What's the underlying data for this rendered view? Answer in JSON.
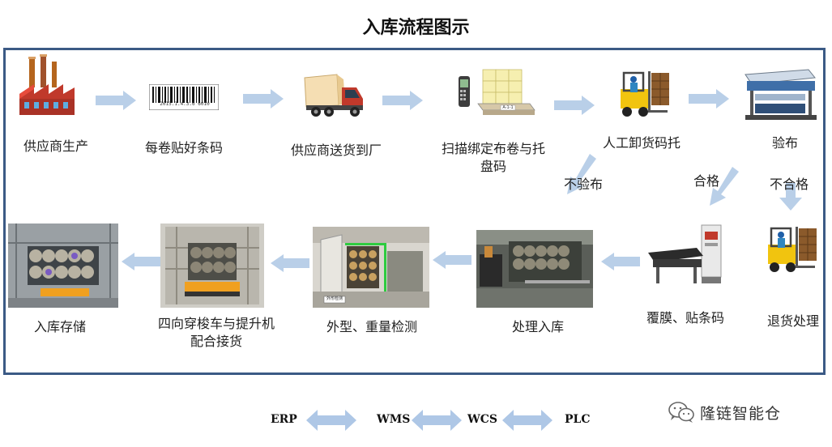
{
  "title": "入库流程图示",
  "steps": {
    "s1": "供应商生产",
    "s2": "每卷贴好条码",
    "s3": "供应商送货到厂",
    "s4": "扫描绑定布卷与托盘码",
    "s5": "人工卸货码托",
    "s6": "验布",
    "s7": "退货处理",
    "s8": "覆膜、贴条码",
    "s9": "处理入库",
    "s10": "外型、重量检测",
    "s11": "四向穿梭车与提升机配合接货",
    "s12": "入库存储"
  },
  "branches": {
    "no_inspect": "不验布",
    "pass": "合格",
    "fail": "不合格"
  },
  "barcode_caption": "2015.1.4.3.6 6010",
  "pallet_tag": "A-1-1",
  "scale_tag": "外形检测",
  "systems": [
    "ERP",
    "WMS",
    "WCS",
    "PLC"
  ],
  "brand": {
    "name": "隆链智能仓",
    "icon": "wechat-icon"
  },
  "colors": {
    "frame": "#3b5a85",
    "arrow": "#b9cfe8",
    "sys_arrow": "#aec7e6"
  }
}
